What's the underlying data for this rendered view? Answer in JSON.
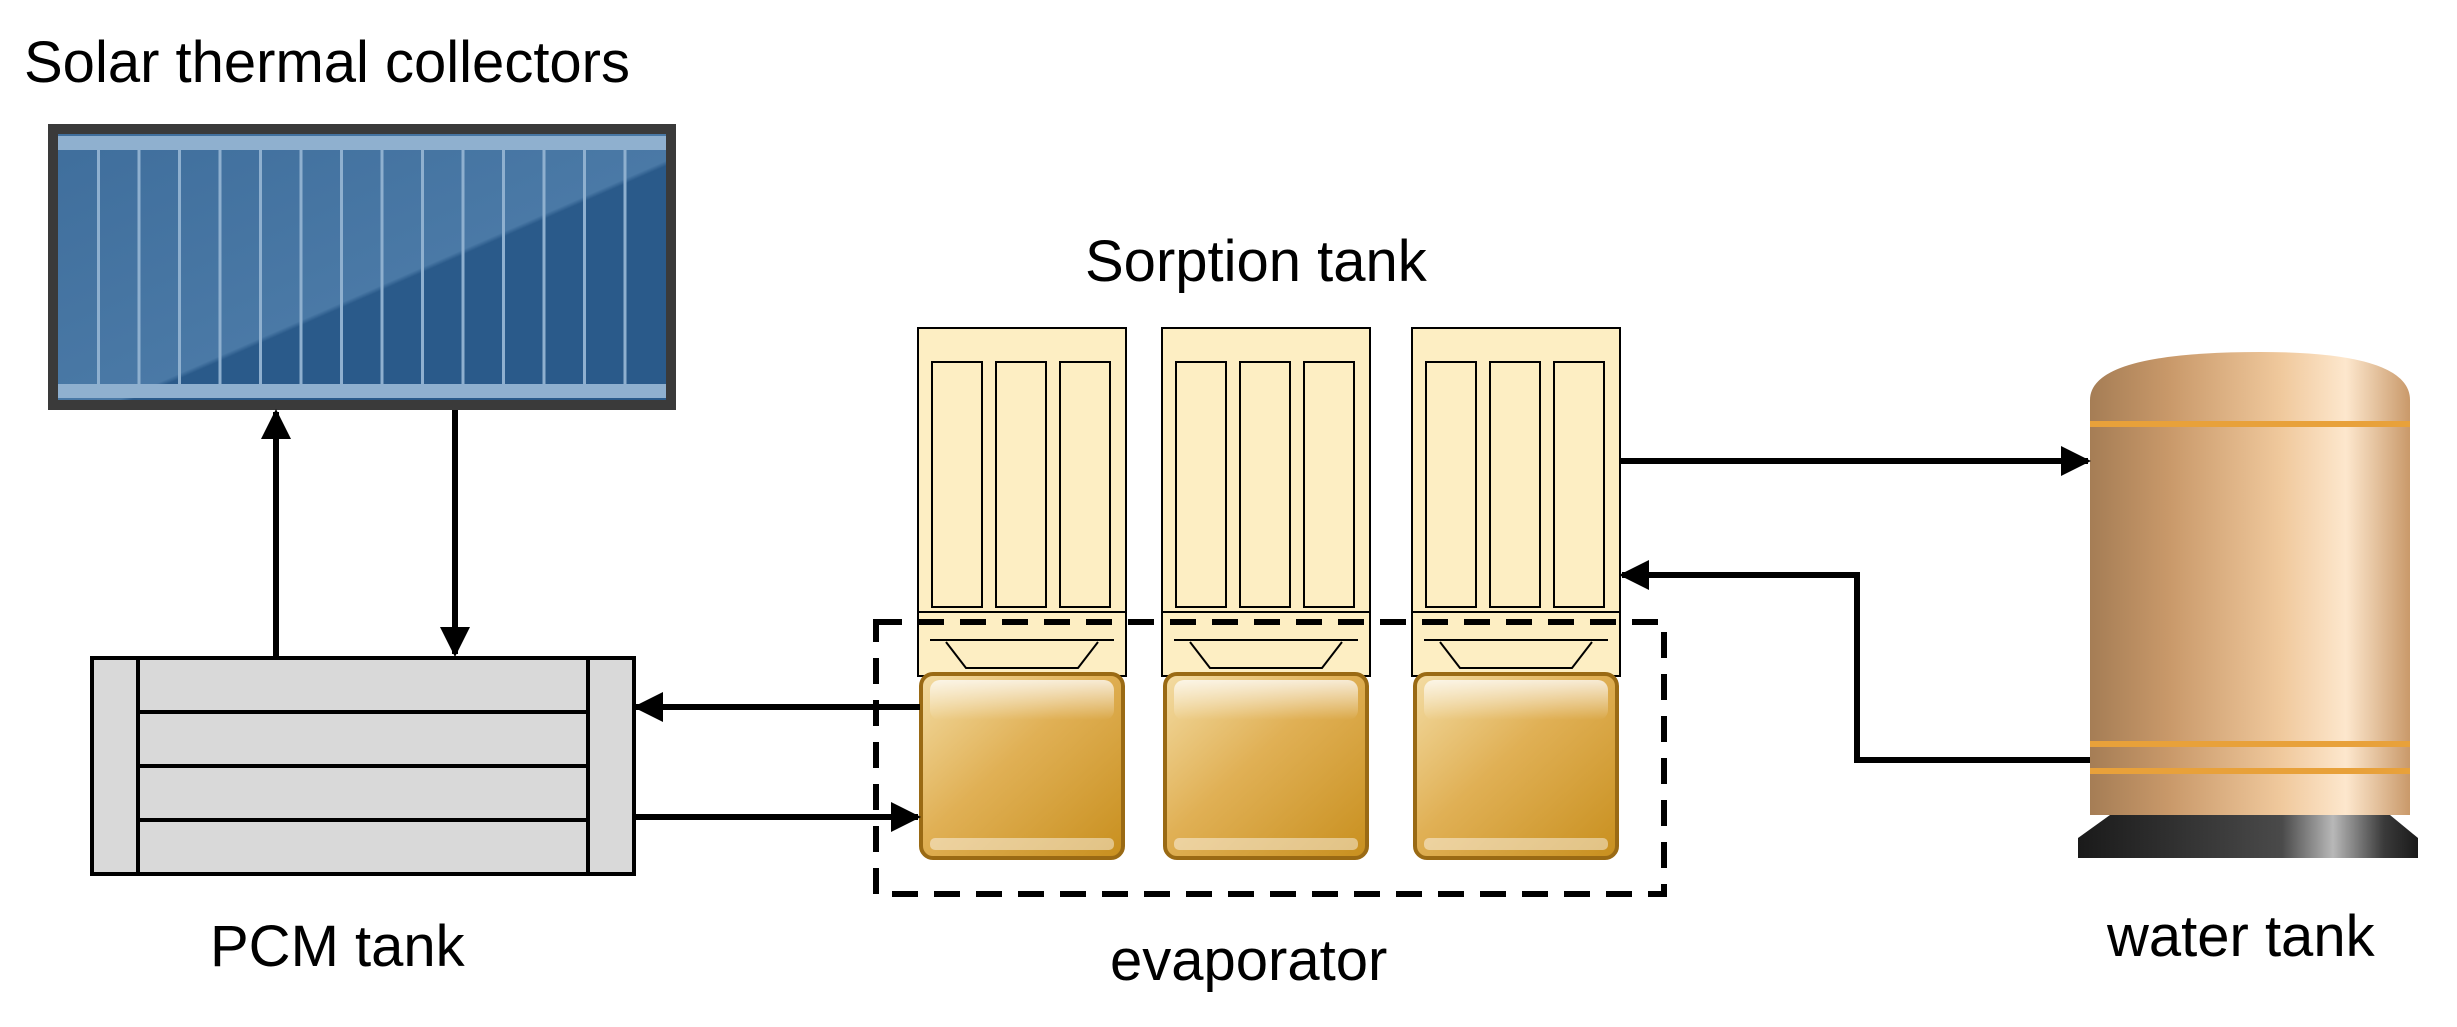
{
  "labels": {
    "solar": "Solar thermal collectors",
    "sorption": "Sorption tank",
    "pcm": "PCM tank",
    "evaporator": "evaporator",
    "water": "water tank"
  },
  "colors": {
    "solar_frame": "#3a3a3a",
    "solar_panel": "#2b5f92",
    "solar_strip": "#8fb0cf",
    "sorption_fill": "#fdeec3",
    "evap_gold": "#d19a30",
    "evap_edge": "#9a6a14",
    "pcm_fill": "#d9d9d9",
    "water_copper": "#d8a670",
    "water_band": "#e8a13a",
    "arrow": "#000000"
  }
}
